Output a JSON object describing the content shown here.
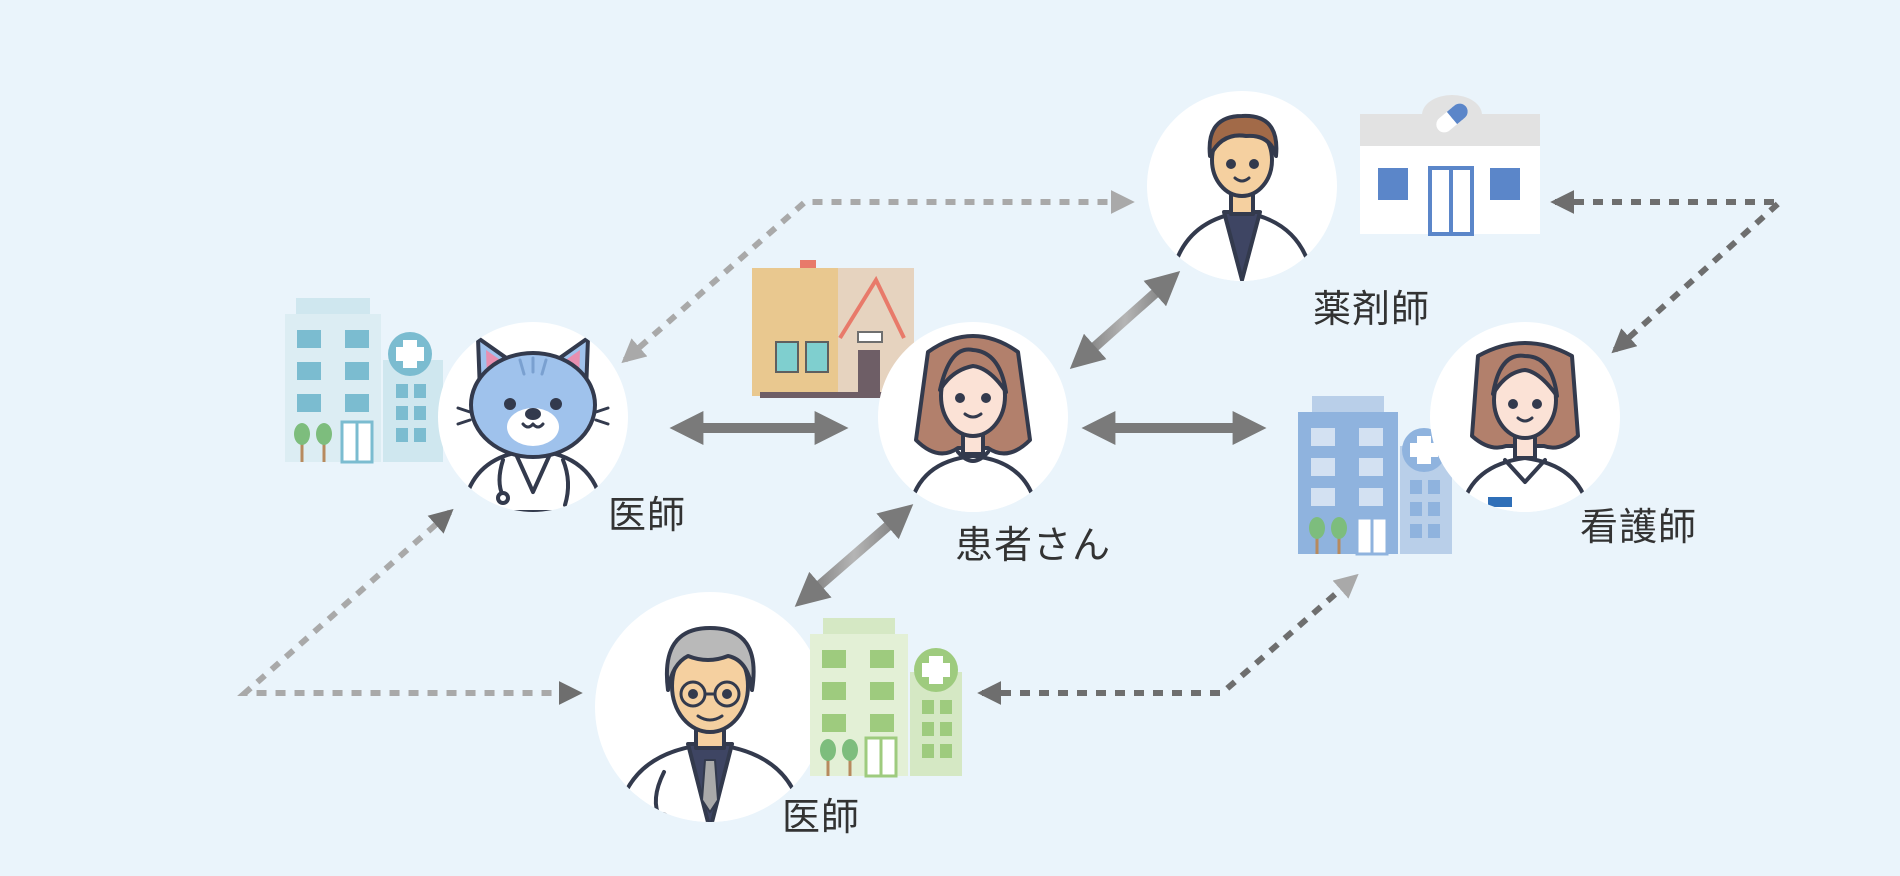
{
  "labels": {
    "patient": "患者さん",
    "pharmacist": "薬剤師",
    "nurse": "看護師",
    "doctor_left": "医師",
    "doctor_bottom": "医師"
  },
  "colors": {
    "background": "#eaf4fb",
    "solid_arrow": "#7a7a7a",
    "dotted_arrow_light": "#a9a9a9",
    "dotted_arrow_dark": "#6e6e6e",
    "hospital_teal": "#7bbcd0",
    "hospital_blue": "#8fb3de",
    "hospital_green": "#9ecb7e",
    "pharmacy_blue": "#5b86c9",
    "house_tan": "#e9c88f"
  },
  "icons": {
    "patient": "woman-patient-icon",
    "pharmacist": "pharmacist-man-icon",
    "nurse": "nurse-icon",
    "doctor_left": "cat-doctor-icon",
    "doctor_bottom": "senior-doctor-icon",
    "pharmacy": "pharmacy-building-icon",
    "house": "house-icon",
    "hospital_left": "hospital-teal-icon",
    "hospital_right": "hospital-blue-icon",
    "hospital_bottom": "hospital-green-icon"
  }
}
